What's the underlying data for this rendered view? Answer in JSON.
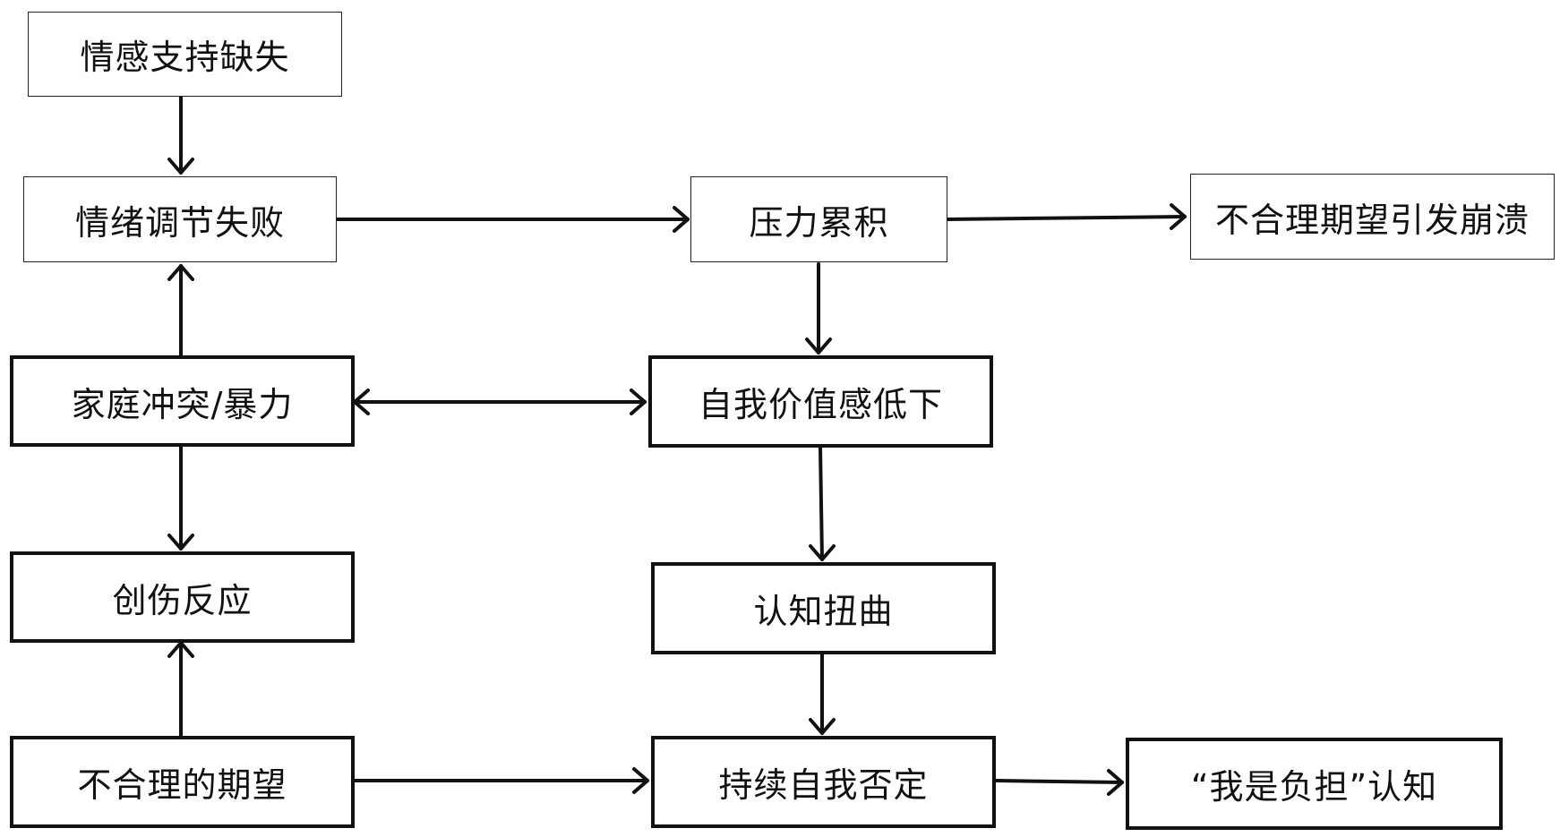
{
  "nodes": {
    "emotional_support": "情感支持缺失",
    "emotion_regulation": "情绪调节失败",
    "stress_accumulation": "压力累积",
    "collapse": "不合理期望引发崩溃",
    "family_conflict": "家庭冲突/暴力",
    "low_self_worth": "自我价值感低下",
    "trauma_response": "创伤反应",
    "cognitive_distortion": "认知扭曲",
    "unreasonable_expectations": "不合理的期望",
    "self_negation": "持续自我否定",
    "burden_cognition": "“我是负担”认知"
  },
  "colors": {
    "stroke": "#111111",
    "background": "#ffffff",
    "text": "#111111"
  }
}
